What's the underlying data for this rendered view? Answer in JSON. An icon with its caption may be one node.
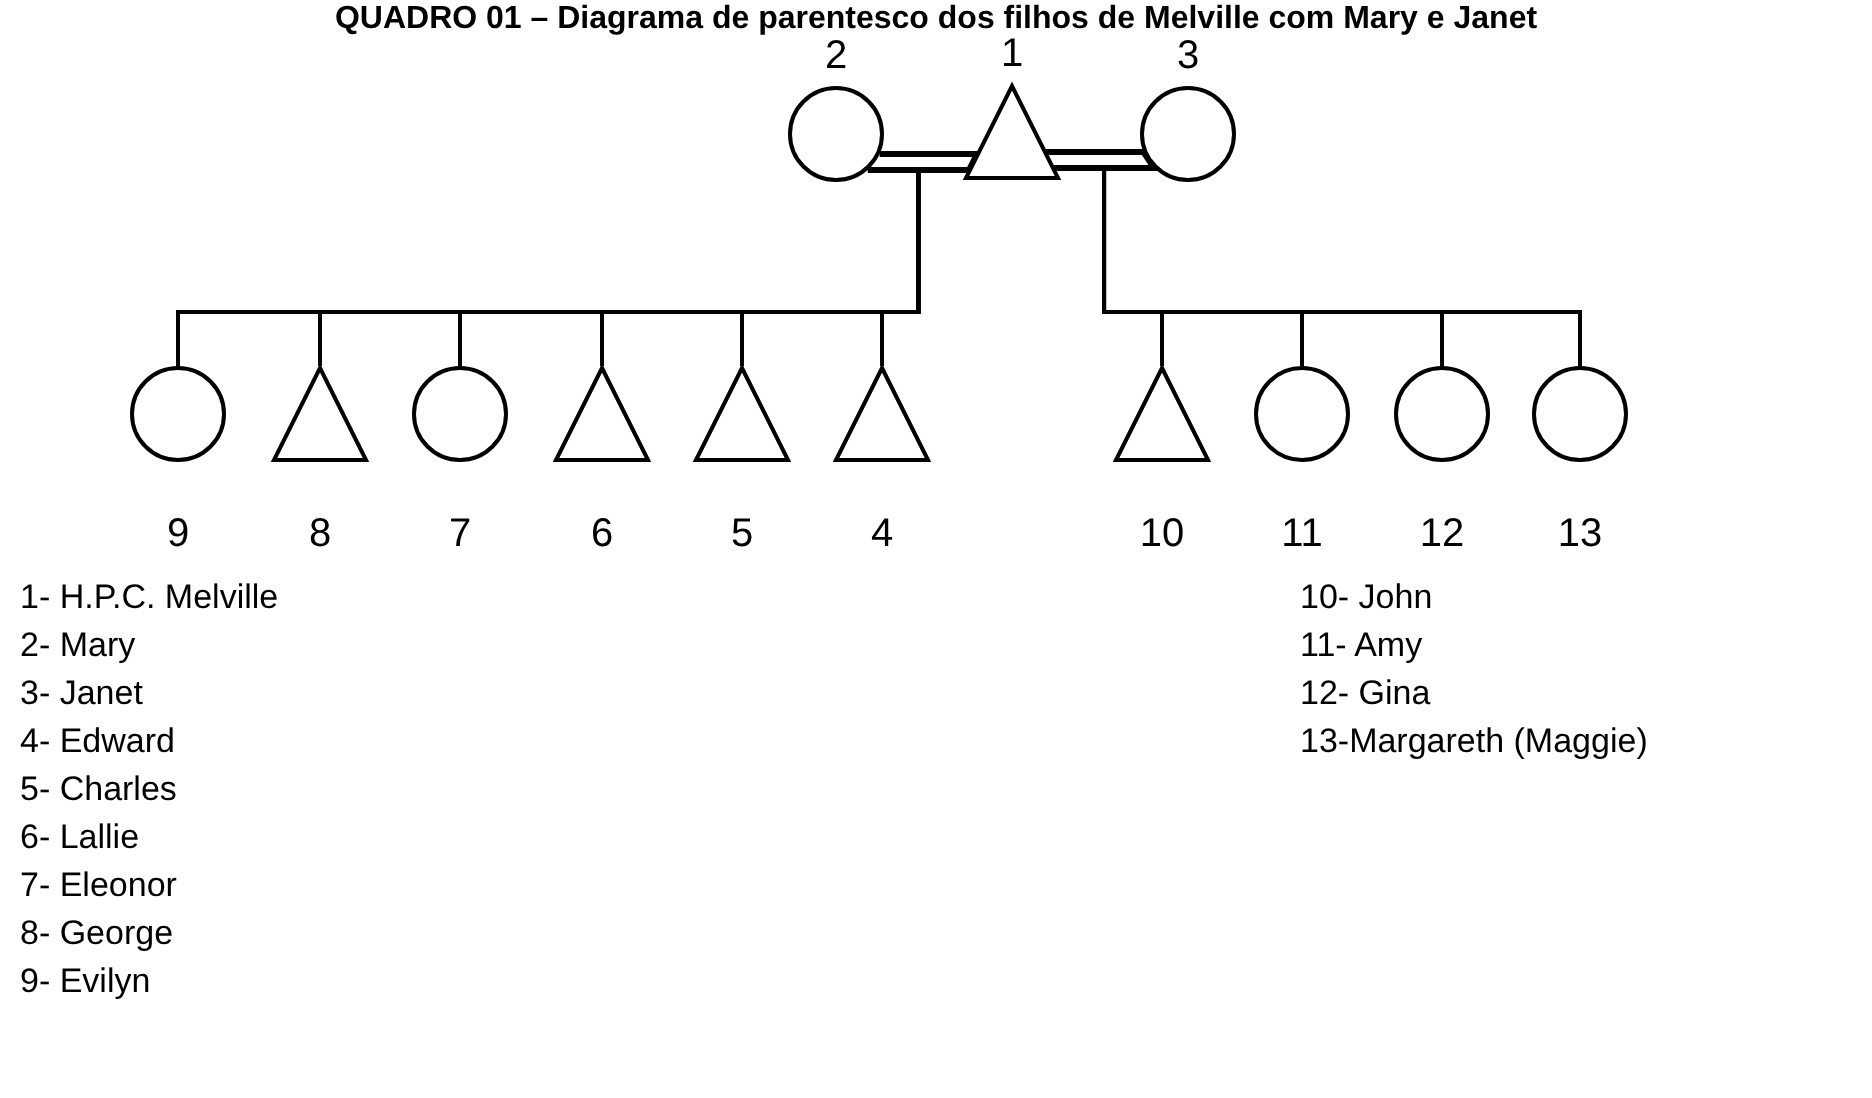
{
  "diagram": {
    "title": "QUADRO 01 – Diagrama de parentesco dos filhos de Melville com Mary e Janet",
    "nodes": [
      {
        "text": [],
        "shape": "circle",
        "beside": [
          "2"
        ]
      },
      {
        "text": [],
        "shape": "triangle",
        "beside": [
          "1"
        ]
      },
      {
        "text": [],
        "shape": "circle",
        "beside": [
          "3"
        ]
      },
      {
        "text": [],
        "shape": "circle",
        "beside": [
          "9"
        ]
      },
      {
        "text": [],
        "shape": "triangle",
        "beside": [
          "8"
        ]
      },
      {
        "text": [],
        "shape": "circle",
        "beside": [
          "7"
        ]
      },
      {
        "text": [],
        "shape": "triangle",
        "beside": [
          "6"
        ]
      },
      {
        "text": [],
        "shape": "triangle",
        "beside": [
          "5"
        ]
      },
      {
        "text": [],
        "shape": "triangle",
        "beside": [
          "4"
        ]
      },
      {
        "text": [],
        "shape": "triangle",
        "beside": [
          "10"
        ]
      },
      {
        "text": [],
        "shape": "circle",
        "beside": [
          "11"
        ]
      },
      {
        "text": [],
        "shape": "circle",
        "beside": [
          "12"
        ]
      },
      {
        "text": [],
        "shape": "circle",
        "beside": [
          "13"
        ]
      }
    ],
    "edges": [
      {
        "from": 0,
        "to": 1,
        "arrow": "none"
      },
      {
        "from": 1,
        "to": 2,
        "arrow": "none"
      },
      {
        "from": 0,
        "to": 3,
        "arrow": "none"
      },
      {
        "from": 0,
        "to": 4,
        "arrow": "none"
      },
      {
        "from": 0,
        "to": 5,
        "arrow": "none"
      },
      {
        "from": 0,
        "to": 6,
        "arrow": "none"
      },
      {
        "from": 0,
        "to": 7,
        "arrow": "none"
      },
      {
        "from": 0,
        "to": 8,
        "arrow": "none"
      },
      {
        "from": 2,
        "to": 9,
        "arrow": "none"
      },
      {
        "from": 2,
        "to": 10,
        "arrow": "none"
      },
      {
        "from": 2,
        "to": 11,
        "arrow": "none"
      },
      {
        "from": 2,
        "to": 12,
        "arrow": "none"
      }
    ],
    "labels": [
      "1- H.P.C. Melville",
      "2- Mary",
      "3- Janet",
      "4- Edward",
      "5- Charles",
      "6- Lallie",
      "7- Eleonor",
      "8- George",
      "9- Evilyn",
      "10- John",
      "11- Amy",
      "12- Gina",
      "13-Margareth (Maggie)"
    ]
  }
}
